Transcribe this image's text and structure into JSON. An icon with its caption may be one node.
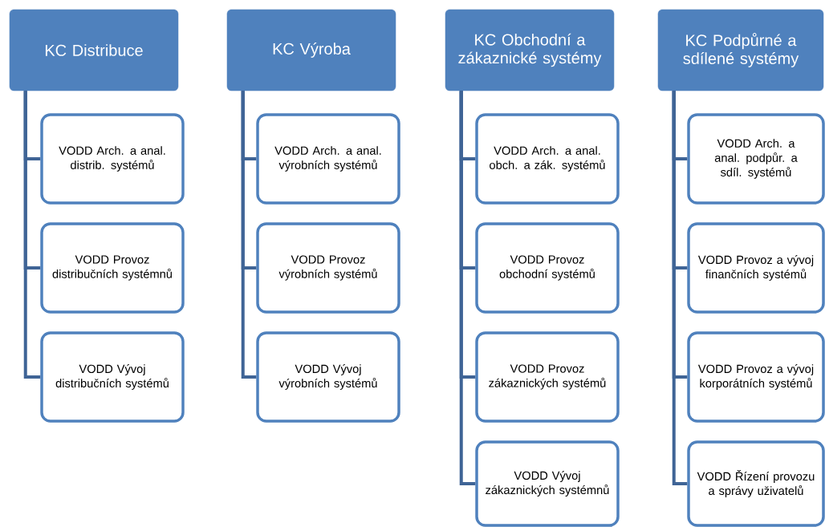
{
  "diagram": {
    "nodes": [
      {
        "text": [
          "KC Distribuce"
        ]
      },
      {
        "text": [
          "VODD Arch. a anal. distrib. systémů"
        ]
      },
      {
        "text": [
          "VODD Provoz distribučních systémnů"
        ]
      },
      {
        "text": [
          "VODD Vývoj distribučních systémů"
        ]
      },
      {
        "text": [
          "KC Výroba"
        ]
      },
      {
        "text": [
          "VODD Arch. a anal. výrobních systémů"
        ]
      },
      {
        "text": [
          "VODD Provoz výrobních systémů"
        ]
      },
      {
        "text": [
          "VODD Vývoj výrobních systémů"
        ]
      },
      {
        "text": [
          "KC Obchodní a zákaznické systémy"
        ]
      },
      {
        "text": [
          "VODD Arch. a anal. obch. a zák. systémů"
        ]
      },
      {
        "text": [
          "VODD Provoz obchodní systémů"
        ]
      },
      {
        "text": [
          "VODD Provoz zákaznických systémů"
        ]
      },
      {
        "text": [
          "VODD Vývoj zákaznických systémnů"
        ]
      },
      {
        "text": [
          "KC Podpůrné a sdílené systémy"
        ]
      },
      {
        "text": [
          "VODD Arch. a anal. podpůr. a sdíl. systémů"
        ]
      },
      {
        "text": [
          "VODD Provoz a vývoj finančních systémů"
        ]
      },
      {
        "text": [
          "VODD Provoz a vývoj korporátních systémů"
        ]
      },
      {
        "text": [
          "VODD Řízení provozu a správy uživatelů"
        ]
      }
    ],
    "edges": [
      {
        "from": 0,
        "to": 1,
        "arrow": "none"
      },
      {
        "from": 0,
        "to": 2,
        "arrow": "none"
      },
      {
        "from": 0,
        "to": 3,
        "arrow": "none"
      },
      {
        "from": 4,
        "to": 5,
        "arrow": "none"
      },
      {
        "from": 4,
        "to": 6,
        "arrow": "none"
      },
      {
        "from": 4,
        "to": 7,
        "arrow": "none"
      },
      {
        "from": 8,
        "to": 9,
        "arrow": "none"
      },
      {
        "from": 8,
        "to": 10,
        "arrow": "none"
      },
      {
        "from": 8,
        "to": 11,
        "arrow": "none"
      },
      {
        "from": 8,
        "to": 12,
        "arrow": "none"
      },
      {
        "from": 13,
        "to": 14,
        "arrow": "none"
      },
      {
        "from": 13,
        "to": 15,
        "arrow": "none"
      },
      {
        "from": 13,
        "to": 16,
        "arrow": "none"
      },
      {
        "from": 13,
        "to": 17,
        "arrow": "none"
      }
    ]
  }
}
